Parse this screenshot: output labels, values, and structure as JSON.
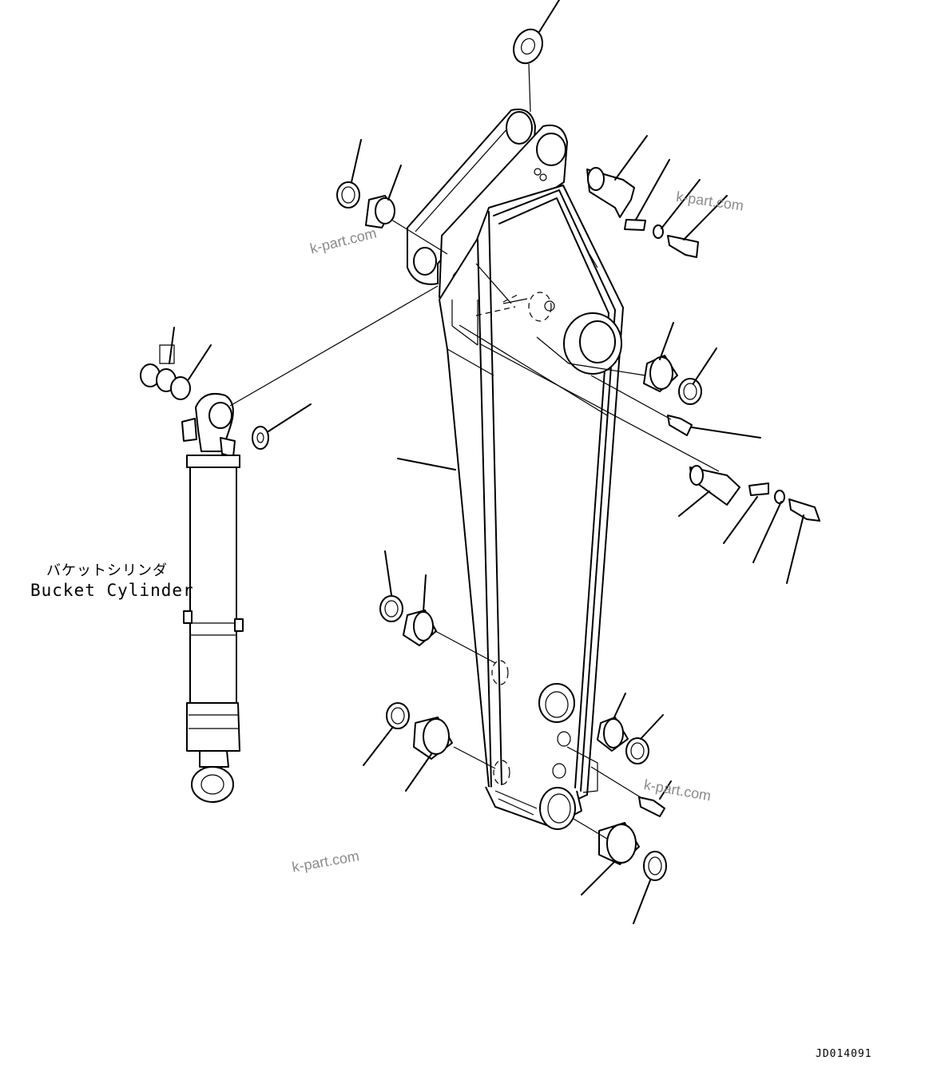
{
  "labels": {
    "bucket_cylinder_jp": "バケットシリンダ",
    "bucket_cylinder_en": "Bucket Cylinder",
    "figure_code": "JD014091"
  },
  "watermarks": [
    "k-part.com",
    "k-part.com",
    "k-part.com",
    "k-part.com"
  ]
}
